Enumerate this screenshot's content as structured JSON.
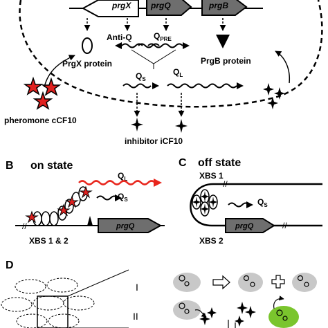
{
  "panel_a": {
    "genes": [
      "prgX",
      "prgQ",
      "prgB"
    ],
    "anti_q": "Anti-Q",
    "q_pre": "Q",
    "q_pre_sub": "PRE",
    "prgx_protein": "PrgX protein",
    "prgb_protein": "PrgB protein",
    "qs": "Q",
    "qs_sub": "S",
    "ql": "Q",
    "ql_sub": "L",
    "pheromone": "pheromone cCF10",
    "inhibitor": "inhibitor iCF10"
  },
  "panel_b": {
    "letter": "B",
    "title": "on state",
    "ql": "Q",
    "ql_sub": "L",
    "qs": "Q",
    "qs_sub": "S",
    "xbs": "XBS 1 & 2",
    "gene": "prgQ"
  },
  "panel_c": {
    "letter": "C",
    "title": "off state",
    "xbs1": "XBS 1",
    "xbs2": "XBS 2",
    "qs": "Q",
    "qs_sub": "S",
    "gene": "prgQ"
  },
  "panel_d": {
    "letter": "D",
    "row1": "I",
    "row2": "II"
  },
  "colors": {
    "star_red": "#e0211f",
    "ql_red": "#e8261d",
    "cell_grey": "#c8c8c8",
    "cell_green": "#7ac52d",
    "gene_grey": "#6e6e6e"
  }
}
